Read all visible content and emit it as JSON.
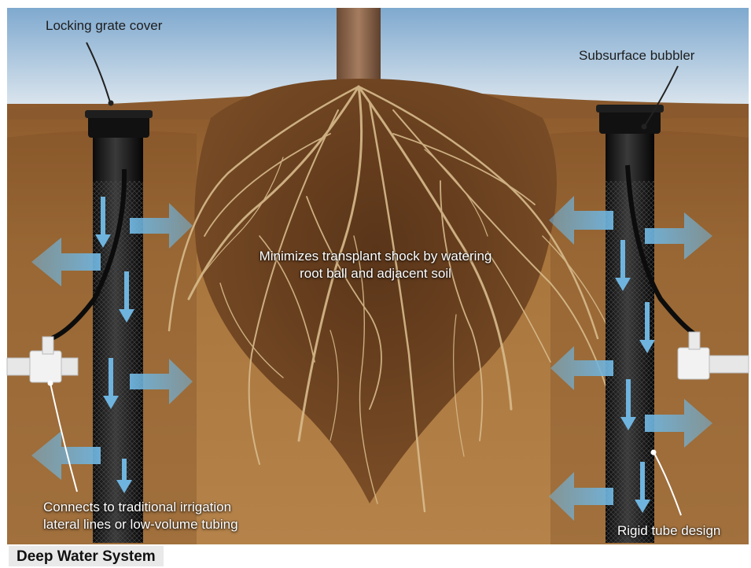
{
  "labels": {
    "locking_grate": "Locking grate cover",
    "bubbler": "Subsurface bubbler",
    "center_line1": "Minimizes transplant shock by watering",
    "center_line2": "root ball and adjacent soil",
    "connects_line1": "Connects to traditional irrigation",
    "connects_line2": "lateral lines or low-volume tubing",
    "rigid": "Rigid tube design"
  },
  "caption": "Deep Water System",
  "colors": {
    "sky_top": "#7fa9cf",
    "sky_bottom": "#dfe8ef",
    "soil": "#a9763d",
    "soil_dark": "#6e4521",
    "root": "#d8bb8c",
    "tube": "#111111",
    "arrow": "#6fb4de",
    "pipe": "#e7e7e7"
  }
}
